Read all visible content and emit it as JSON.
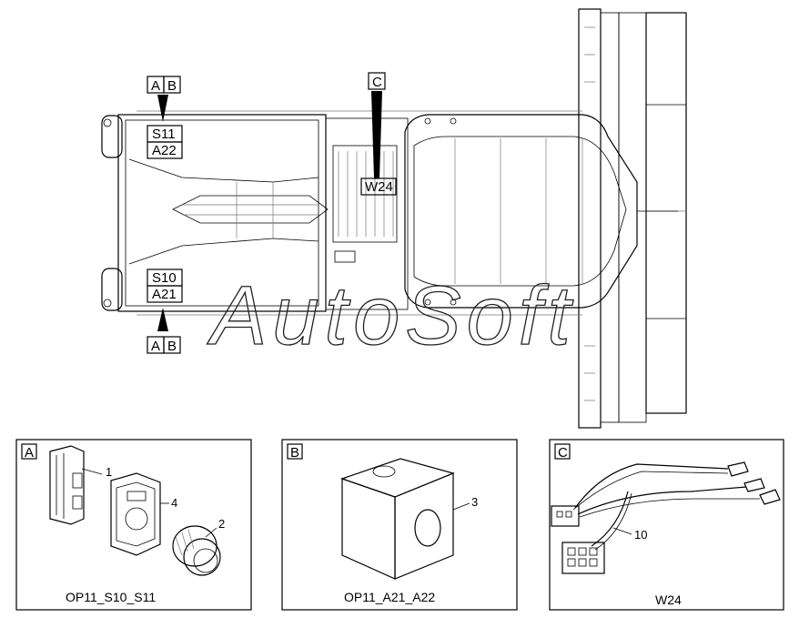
{
  "watermark": "AutoSoft",
  "callouts": {
    "top_left_tag_a": "A",
    "top_left_tag_b": "B",
    "top_left_code_1": "S11",
    "top_left_code_2": "A22",
    "bottom_left_tag_a": "A",
    "bottom_left_tag_b": "B",
    "bottom_left_code_1": "S10",
    "bottom_left_code_2": "A21",
    "center_tag": "C",
    "center_code": "W24"
  },
  "panels": [
    {
      "id": "A",
      "caption": "OP11_S10_S11",
      "parts": [
        "1",
        "4",
        "2"
      ]
    },
    {
      "id": "B",
      "caption": "OP11_A21_A22",
      "parts": [
        "3"
      ]
    },
    {
      "id": "C",
      "caption": "W24",
      "parts": [
        "10"
      ]
    }
  ]
}
